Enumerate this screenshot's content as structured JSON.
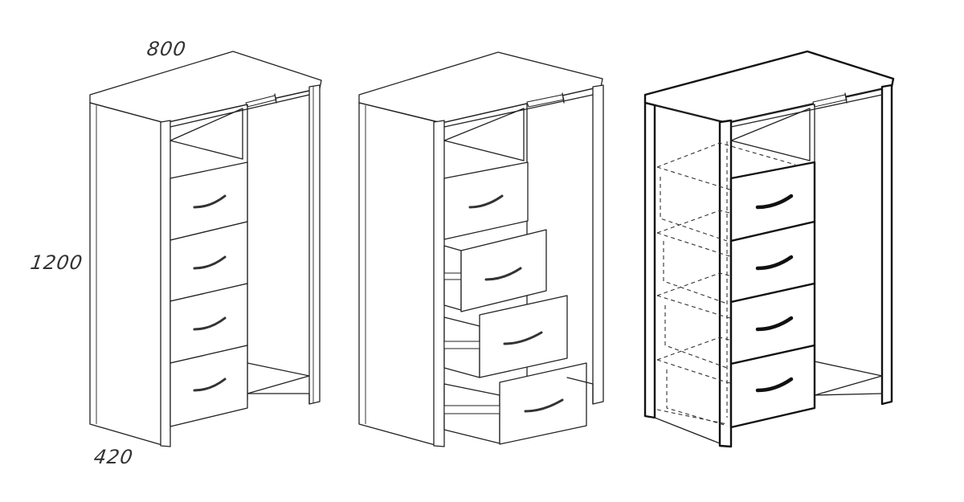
{
  "dimensions": {
    "width": "800",
    "height": "1200",
    "depth": "420"
  },
  "views": [
    {
      "name": "closed-view",
      "drawers": 4
    },
    {
      "name": "open-drawers-view",
      "drawers": 4
    },
    {
      "name": "hidden-lines-view",
      "drawers": 4
    }
  ],
  "icons": [
    "drawer-handle-icon",
    "hanging-rail-icon"
  ],
  "colors": {
    "line": "#222222",
    "background": "#ffffff"
  }
}
